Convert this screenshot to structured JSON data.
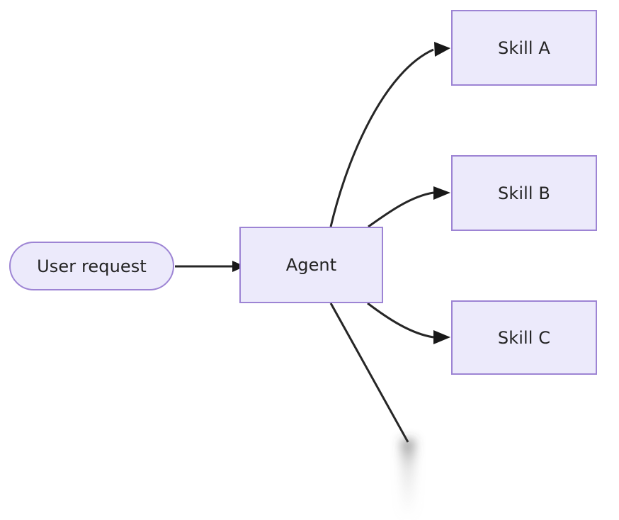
{
  "diagram": {
    "title": "Agent skill routing diagram",
    "type": "flowchart",
    "direction": "left-to-right",
    "background_color": "#ffffff",
    "node_fill_color": "#ECEAFB",
    "node_border_color": "#9D84D4",
    "node_text_color": "#232323",
    "edge_color": "#262626",
    "nodes": [
      {
        "id": "user-request",
        "label": "User request",
        "shape": "stadium"
      },
      {
        "id": "agent",
        "label": "Agent",
        "shape": "rectangle"
      },
      {
        "id": "skill-a",
        "label": "Skill A",
        "shape": "rectangle"
      },
      {
        "id": "skill-b",
        "label": "Skill B",
        "shape": "rectangle"
      },
      {
        "id": "skill-c",
        "label": "Skill C",
        "shape": "rectangle"
      }
    ],
    "edges": [
      {
        "id": "user-request-to-agent",
        "from": "user-request",
        "to": "agent",
        "label": "",
        "style": "straight-arrow"
      },
      {
        "id": "agent-to-skill-a",
        "from": "agent",
        "to": "skill-a",
        "label": "",
        "style": "curved-arrow"
      },
      {
        "id": "agent-to-skill-b",
        "from": "agent",
        "to": "skill-b",
        "label": "",
        "style": "curved-arrow"
      },
      {
        "id": "agent-to-skill-c",
        "from": "agent",
        "to": "skill-c",
        "label": "",
        "style": "curved-arrow"
      },
      {
        "id": "agent-to-truncated",
        "from": "agent",
        "to": "",
        "label": "",
        "style": "straight-line-faded-cutoff"
      }
    ]
  }
}
